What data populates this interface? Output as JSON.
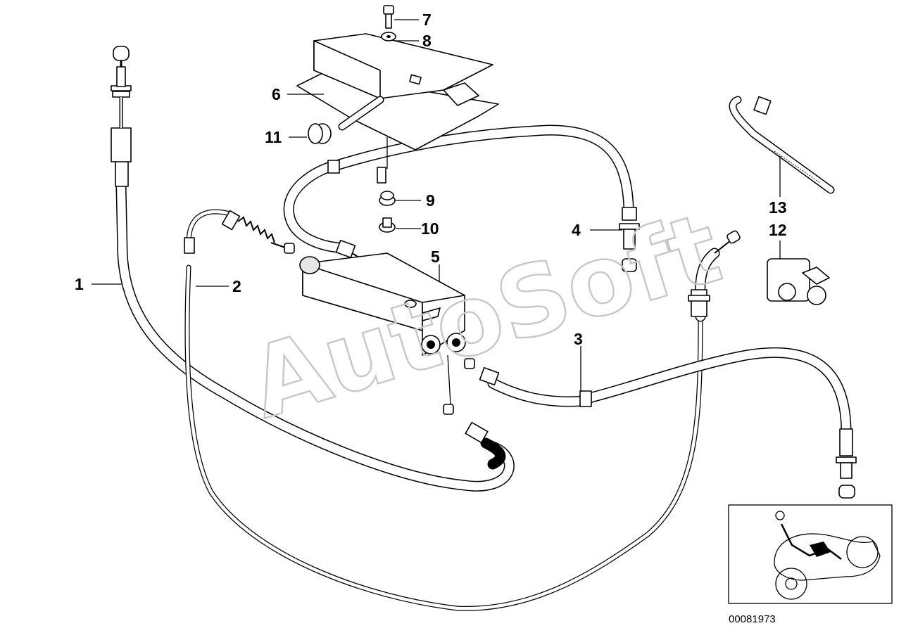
{
  "diagram": {
    "callouts": [
      {
        "id": "1",
        "label": "1"
      },
      {
        "id": "2",
        "label": "2"
      },
      {
        "id": "3",
        "label": "3"
      },
      {
        "id": "4",
        "label": "4"
      },
      {
        "id": "5",
        "label": "5"
      },
      {
        "id": "6",
        "label": "6"
      },
      {
        "id": "7",
        "label": "7"
      },
      {
        "id": "8",
        "label": "8"
      },
      {
        "id": "9",
        "label": "9"
      },
      {
        "id": "10",
        "label": "10"
      },
      {
        "id": "11",
        "label": "11"
      },
      {
        "id": "12",
        "label": "12"
      },
      {
        "id": "13",
        "label": "13"
      }
    ],
    "watermark": "AutoSoft",
    "document_number": "00081973"
  }
}
